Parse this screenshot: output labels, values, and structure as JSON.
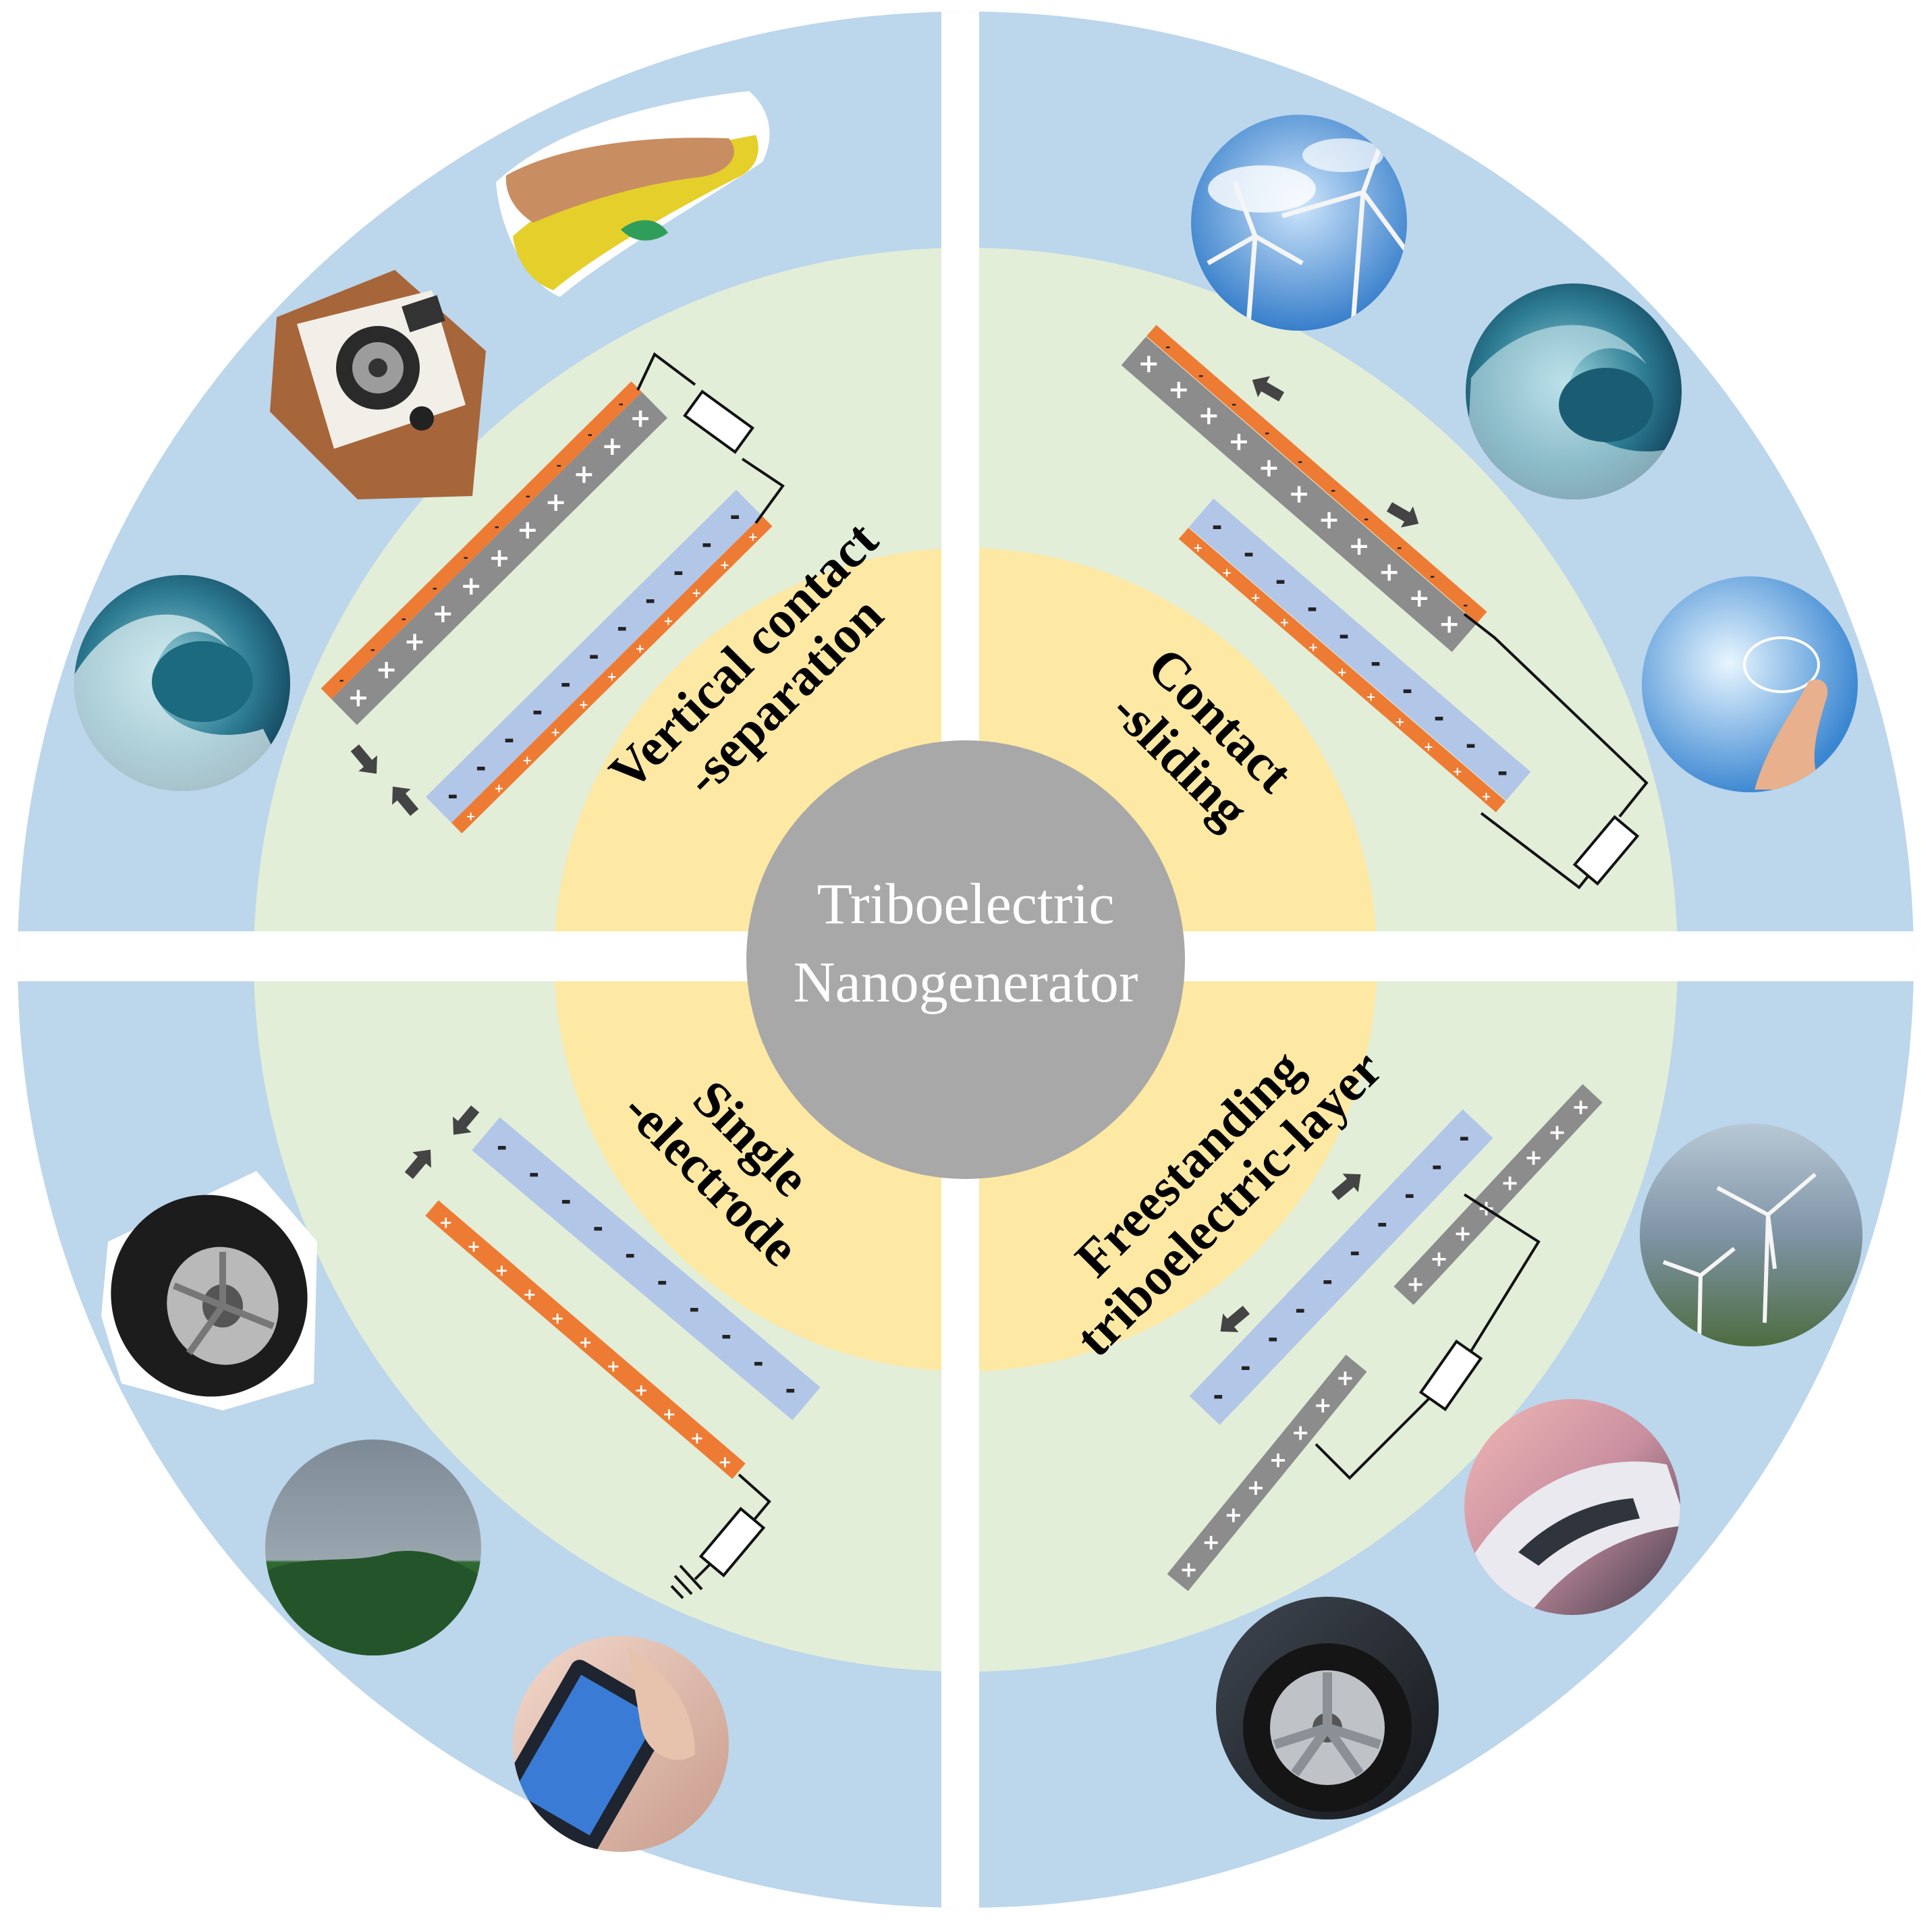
{
  "center": {
    "line1": "Triboelectric",
    "line2": "Nanogenerator"
  },
  "modes": {
    "vertical": {
      "line1": "Vertical contact",
      "line2": "-separation"
    },
    "sliding": {
      "line1": "Contact",
      "line2": "-sliding"
    },
    "single": {
      "line1": "Single",
      "line2": "-electrode"
    },
    "freestanding": {
      "line1": "Freestanding",
      "line2": "triboelectric-layer"
    }
  },
  "signs": {
    "plus": "+",
    "minus": "-"
  },
  "application_icons": {
    "vertical": [
      "footwear-insole-icon",
      "speaker-icon",
      "ocean-wave-icon"
    ],
    "sliding": [
      "wind-turbine-icon",
      "ocean-wave-icon",
      "touchscreen-icon"
    ],
    "single": [
      "tire-icon",
      "rain-landscape-icon",
      "smartphone-icon"
    ],
    "freestanding": [
      "wind-turbine-icon",
      "high-speed-train-icon",
      "car-wheel-icon"
    ]
  },
  "colors": {
    "background": "#ffffff",
    "outer_ring": "#bcd6ec",
    "middle_ring": "#e2eed8",
    "inner_ring": "#fde8a4",
    "center_disc": "#a8a8a8",
    "electrode_orange": "#ee7b33",
    "dielectric_gray": "#8c8c8c",
    "dielectric_blue": "#b2c6e8"
  }
}
